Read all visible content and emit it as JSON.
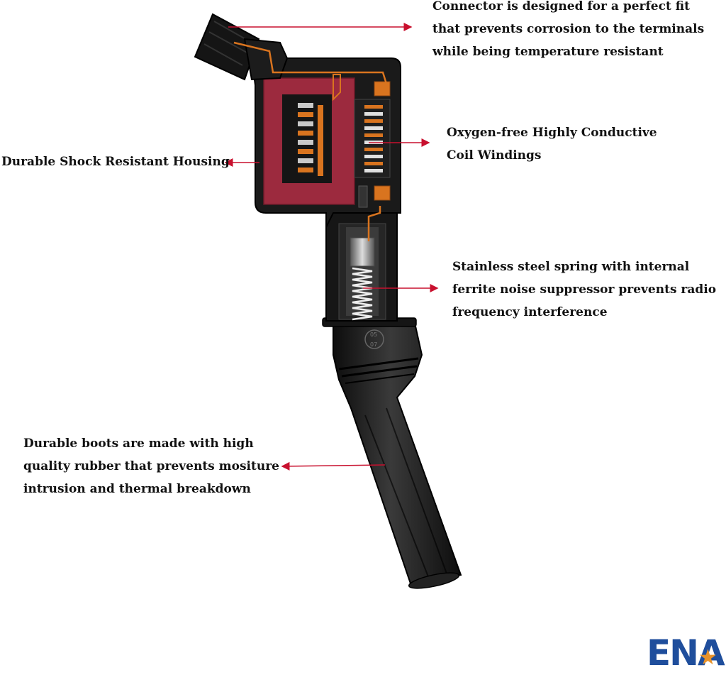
{
  "callouts": {
    "connector": [
      "Connector is designed for a perfect fit",
      "that prevents corrosion to the terminals",
      "while being temperature resistant"
    ],
    "coil": [
      "Oxygen-free Highly Conductive",
      "Coil Windings"
    ],
    "housing": [
      "Durable Shock Resistant Housing"
    ],
    "spring": [
      "Stainless steel spring with internal",
      "ferrite noise suppressor prevents radio",
      "frequency interference"
    ],
    "boots": [
      "Durable boots are made with high",
      "quality rubber that prevents mositure",
      "intrusion and thermal breakdown"
    ]
  },
  "part_marking": [
    "05",
    "07"
  ],
  "logo": {
    "text": "ENA",
    "icon": "star-icon"
  },
  "colors": {
    "arrow": "#c8102e",
    "housing_body": "#1a1a1a",
    "housing_interior": "#9c2a3e",
    "copper": "#d9741f",
    "logo_blue": "#1f4e9c",
    "logo_star": "#e8922a"
  }
}
